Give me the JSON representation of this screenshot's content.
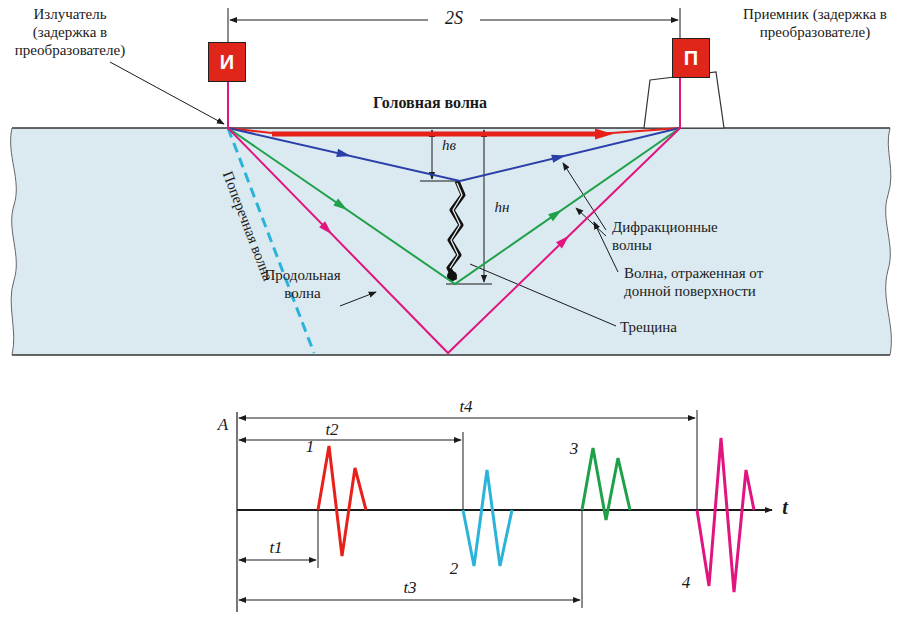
{
  "diagram": {
    "nodes": [
      {
        "text": [
          "Излучатель (задержка в преобразователе)",
          "И"
        ]
      },
      {
        "text": [
          "Приемник (задержка в преобразователе)",
          "П"
        ]
      }
    ],
    "edges": [
      {
        "from": 0,
        "to": 1,
        "arrow": "none",
        "label": "Головная волна"
      },
      {
        "from": 0,
        "to": 1,
        "arrow": "none"
      },
      {
        "from": 0,
        "to": 1,
        "arrow": "none"
      },
      {
        "from": 0,
        "to": 1,
        "arrow": "none"
      }
    ],
    "labels": [
      "2S",
      "hв",
      "hн",
      "Поперечная волна",
      "Продольная волна",
      "Дифракционные волны",
      "Волна, отраженная от донной поверхности",
      "Трещина",
      "A",
      "t2",
      "t4",
      "t1",
      "t3",
      "1",
      "2",
      "3",
      "4",
      "t"
    ]
  }
}
